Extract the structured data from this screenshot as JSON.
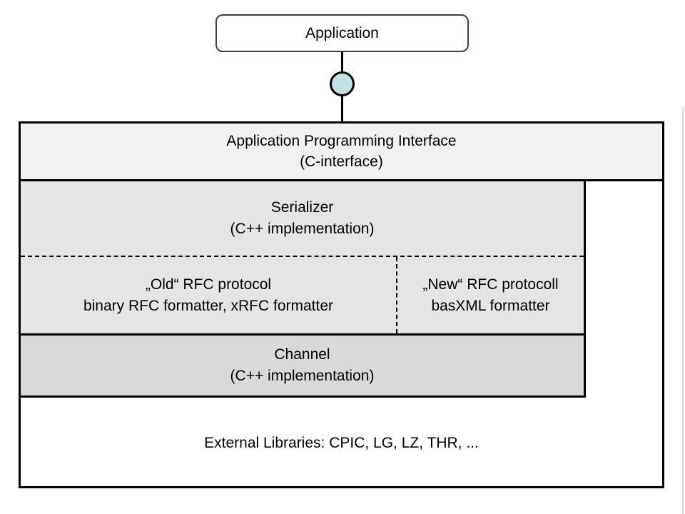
{
  "diagram": {
    "application": {
      "label": "Application"
    },
    "api": {
      "line1": "Application Programming Interface",
      "line2": "(C-interface)"
    },
    "serializer": {
      "line1": "Serializer",
      "line2": "(C++ implementation)"
    },
    "old_protocol": {
      "line1": "„Old“ RFC protocol",
      "line2": "binary RFC formatter, xRFC formatter"
    },
    "new_protocol": {
      "line1": "„New“ RFC protocoll",
      "line2": "basXML formatter"
    },
    "channel": {
      "line1": "Channel",
      "line2": "(C++ implementation)"
    },
    "external_libraries": {
      "label": "External Libraries: CPIC, LG, LZ, THR, ..."
    },
    "icons": {
      "interface_connector": "lollipop-interface-circle"
    },
    "colors": {
      "api_fill": "#f1f1f1",
      "serializer_fill": "#e5e5e5",
      "channel_fill": "#d9d9d9",
      "interface_circle_fill": "#c3e1e3",
      "border": "#000000"
    }
  }
}
